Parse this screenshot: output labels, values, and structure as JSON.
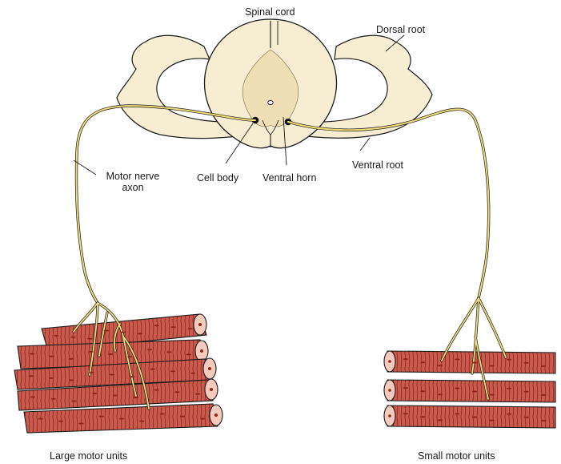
{
  "labels": {
    "spinal_cord": "Spinal cord",
    "dorsal_root": "Dorsal root",
    "motor_nerve_axon_line1": "Motor nerve",
    "motor_nerve_axon_line2": "axon",
    "cell_body": "Cell body",
    "ventral_horn": "Ventral horn",
    "ventral_root": "Ventral root",
    "large_motor_units": "Large motor units",
    "small_motor_units": "Small motor units"
  },
  "colors": {
    "cord_fill": "#f7edd2",
    "grey_matter": "#efdfb6",
    "outline": "#1a1a1a",
    "axon": "#f0dc7a",
    "muscle": "#c85a4e",
    "muscle_end": "#f6c9bd",
    "muscle_fleck": "#8e2318"
  }
}
